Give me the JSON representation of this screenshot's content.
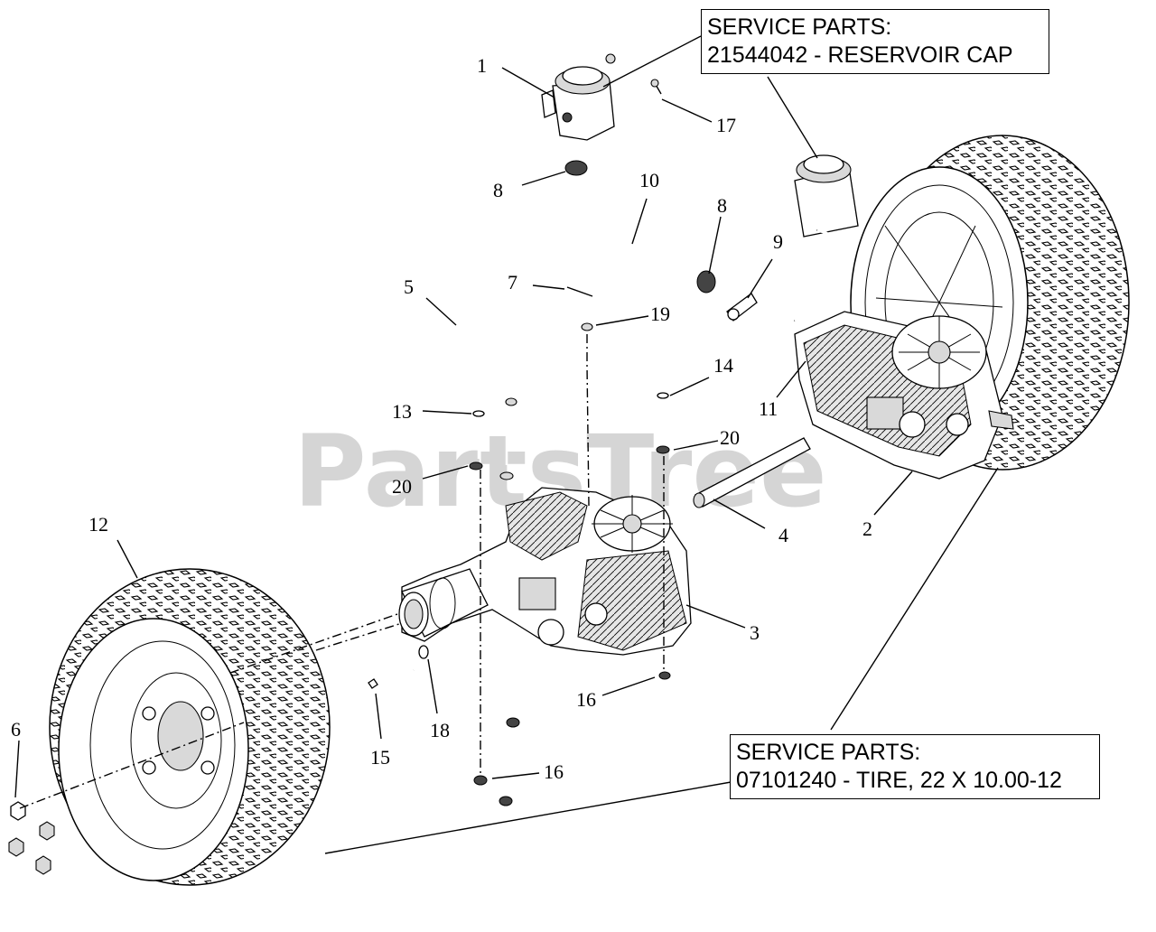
{
  "watermark": "PartsTree",
  "service_boxes": [
    {
      "heading": "SERVICE PARTS:",
      "line": "21544042 - RESERVOIR CAP"
    },
    {
      "heading": "SERVICE PARTS:",
      "line": "07101240 - TIRE, 22 X 10.00-12"
    }
  ],
  "callouts": {
    "c1": "1",
    "c2": "2",
    "c3": "3",
    "c4": "4",
    "c5": "5",
    "c6": "6",
    "c7": "7",
    "c8a": "8",
    "c8b": "8",
    "c9": "9",
    "c10": "10",
    "c11": "11",
    "c12": "12",
    "c13": "13",
    "c14": "14",
    "c15": "15",
    "c16a": "16",
    "c16b": "16",
    "c17": "17",
    "c18": "18",
    "c19": "19",
    "c20a": "20",
    "c20b": "20"
  }
}
